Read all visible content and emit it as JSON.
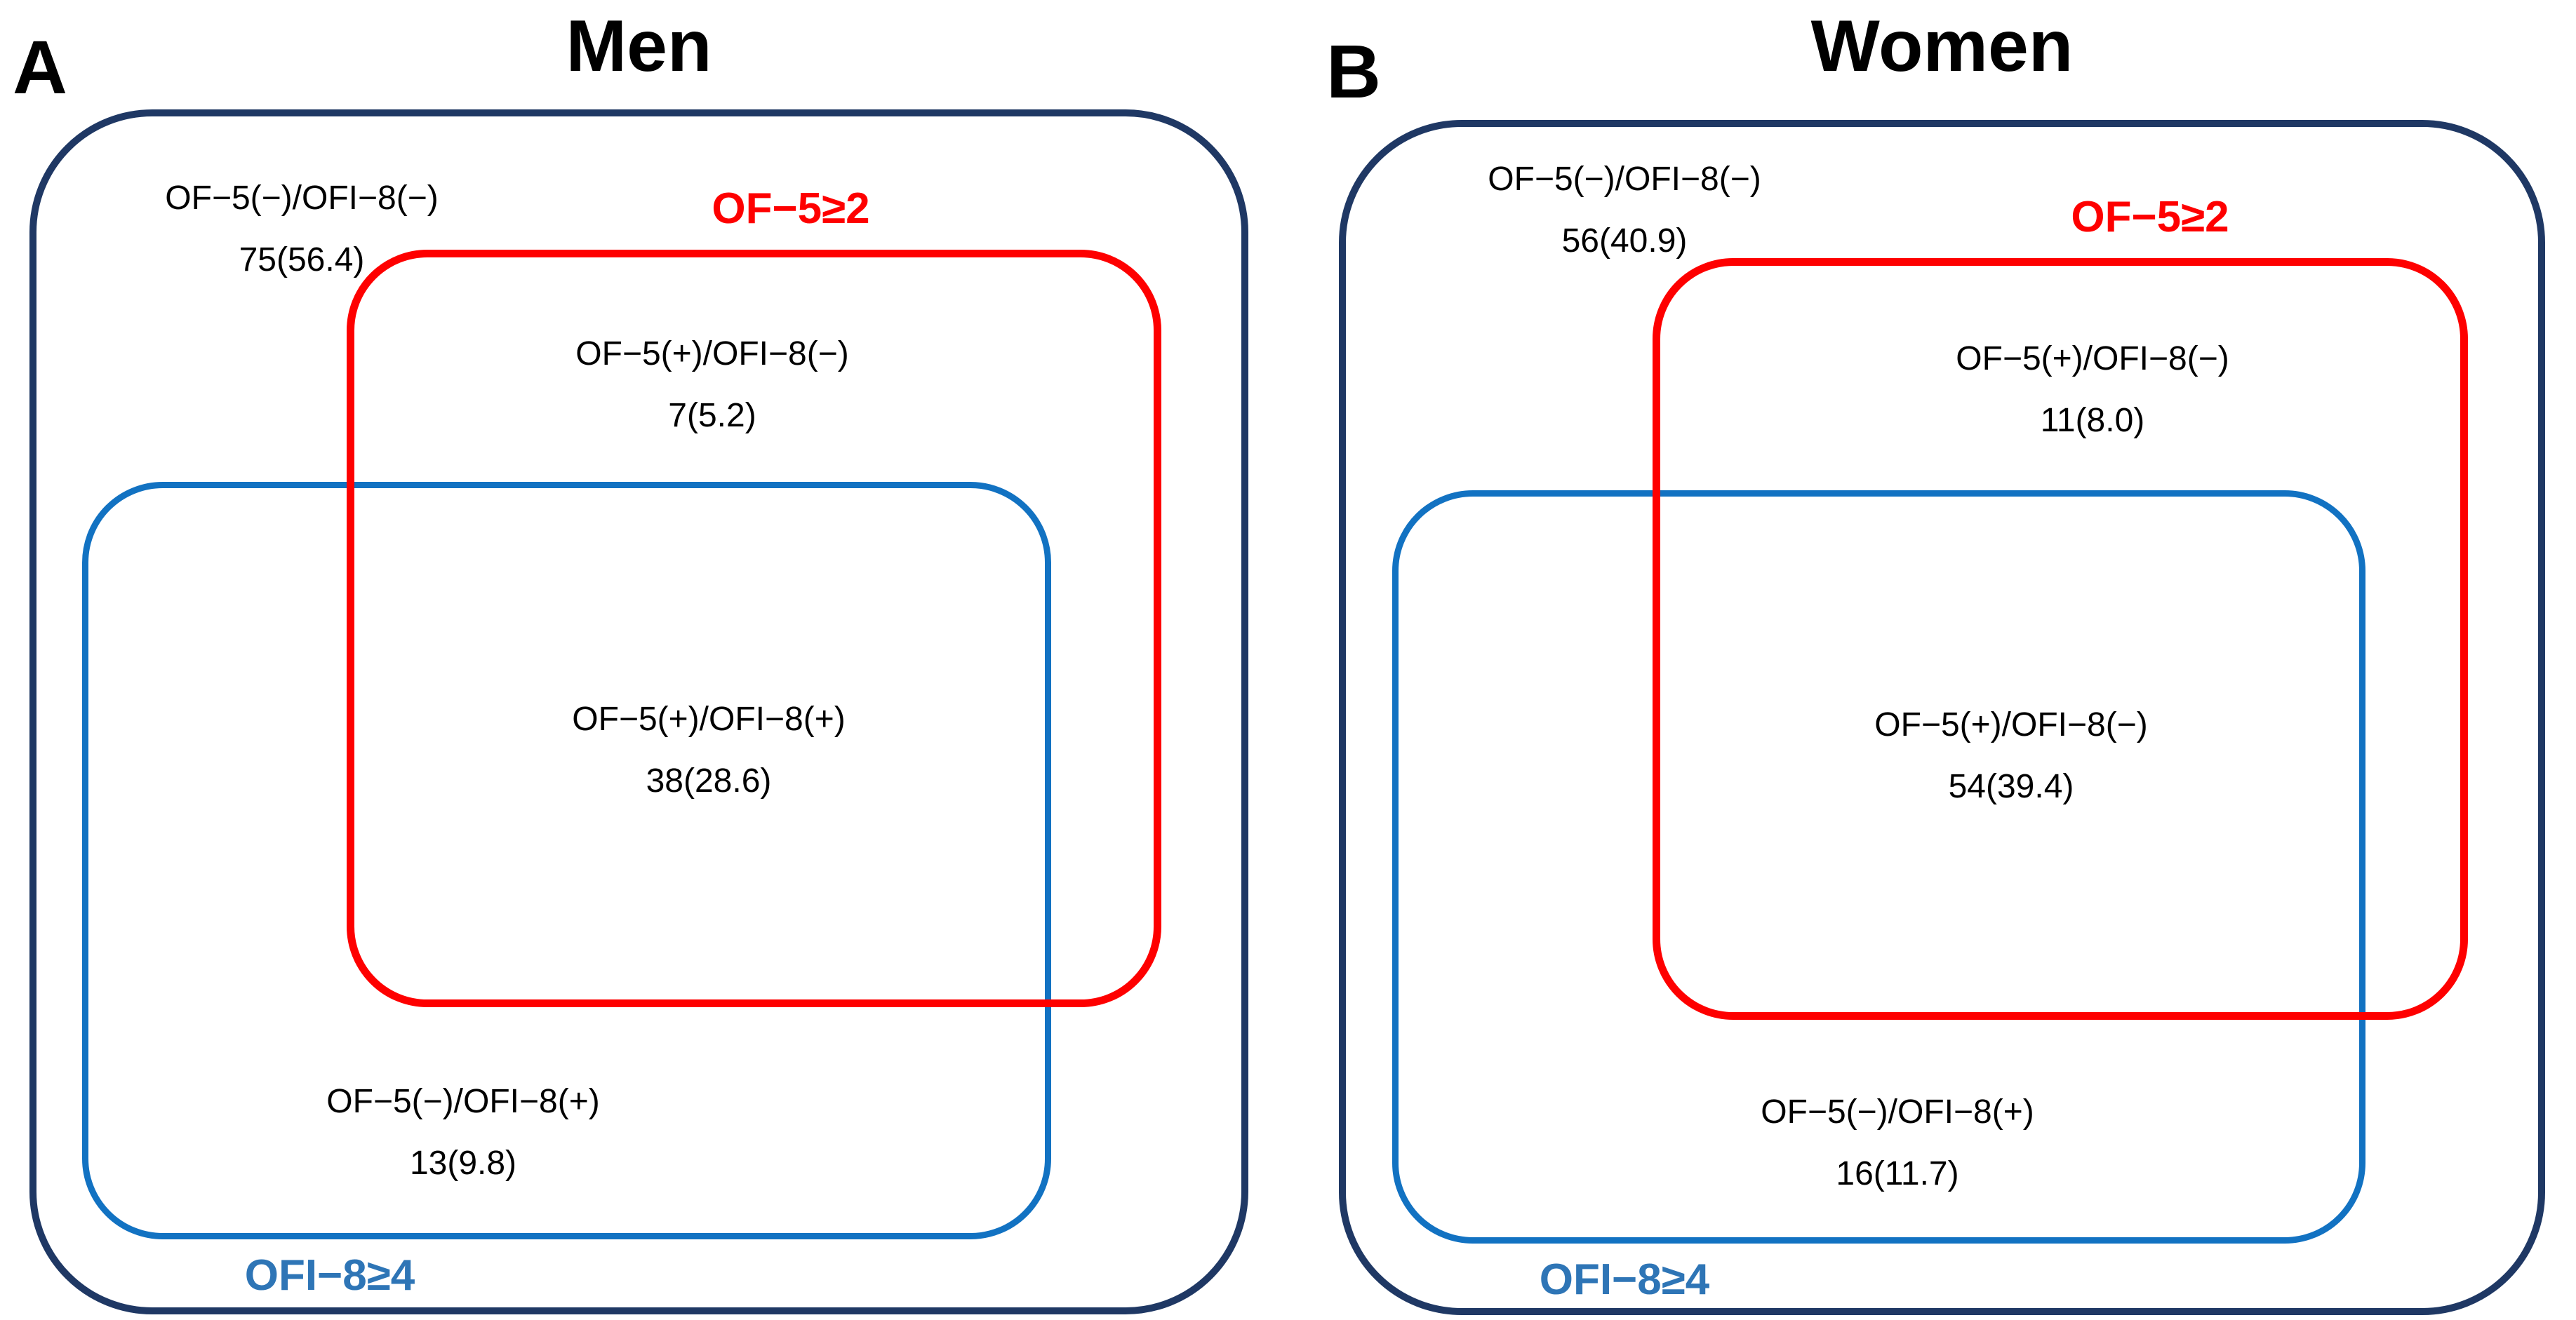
{
  "colors": {
    "outer_rect": "#1f3864",
    "red_rect": "#fe0000",
    "blue_rect": "#1272c2",
    "blue_label_text": "#2e75b6",
    "text": "#000000"
  },
  "panels": [
    {
      "label": "A",
      "title": "Men",
      "red_set_label": "OF−5≥2",
      "blue_set_label": "OFI−8≥4",
      "regions": {
        "outer": {
          "name": "OF−5(−)/OFI−8(−)",
          "value": "75(56.4)"
        },
        "red_only": {
          "name": "OF−5(+)/OFI−8(−)",
          "value": "7(5.2)"
        },
        "intersection": {
          "name": "OF−5(+)/OFI−8(+)",
          "value": "38(28.6)"
        },
        "blue_only": {
          "name": "OF−5(−)/OFI−8(+)",
          "value": "13(9.8)"
        }
      }
    },
    {
      "label": "B",
      "title": "Women",
      "red_set_label": "OF−5≥2",
      "blue_set_label": "OFI−8≥4",
      "regions": {
        "outer": {
          "name": "OF−5(−)/OFI−8(−)",
          "value": "56(40.9)"
        },
        "red_only": {
          "name": "OF−5(+)/OFI−8(−)",
          "value": "11(8.0)"
        },
        "intersection": {
          "name": "OF−5(+)/OFI−8(−)",
          "value": "54(39.4)"
        },
        "blue_only": {
          "name": "OF−5(−)/OFI−8(+)",
          "value": "16(11.7)"
        }
      }
    }
  ]
}
